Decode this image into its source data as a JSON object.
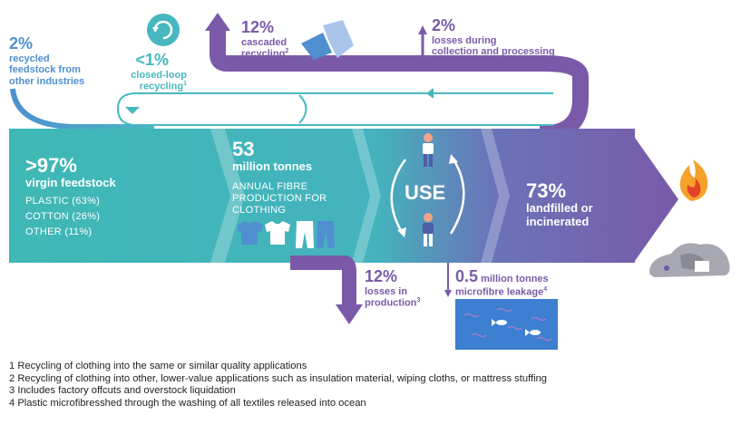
{
  "recycled_feedstock": {
    "value": "2%",
    "line1": "recycled",
    "line2": "feedstock from",
    "line3": "other industries"
  },
  "closed_loop": {
    "value": "<1%",
    "line1": "closed-loop",
    "line2": "recycling",
    "sup": "1"
  },
  "cascaded": {
    "value": "12%",
    "line1": "cascaded",
    "line2": "recycling",
    "sup": "2"
  },
  "collection_losses": {
    "value": "2%",
    "line1": "losses during",
    "line2": "collection and processing"
  },
  "virgin": {
    "value": ">97%",
    "label": "virgin feedstock",
    "items": [
      "PLASTIC (63%)",
      "COTTON (26%)",
      "OTHER (11%)"
    ]
  },
  "production": {
    "value": "53",
    "unit": "million tonnes",
    "line1": "ANNUAL FIBRE",
    "line2": "PRODUCTION FOR",
    "line3": "CLOTHING"
  },
  "use": {
    "label": "USE"
  },
  "landfill": {
    "value": "73%",
    "line1": "landfilled or",
    "line2": "incinerated"
  },
  "production_losses": {
    "value": "12%",
    "line1": "losses in",
    "line2": "production",
    "sup": "3"
  },
  "microfibre": {
    "value": "0.5",
    "unit": "million tonnes",
    "line": "microfibre leakage",
    "sup": "4"
  },
  "footnotes": [
    "1 Recycling of clothing into the same or similar quality applications",
    "2 Recycling of clothing into other, lower-value applications such as insulation material, wiping cloths, or mattress stuffing",
    "3 Includes factory offcuts and overstock liquidation",
    "4 Plastic microfibresshed through the washing of all textiles released into ocean"
  ],
  "colors": {
    "teal": "#48b8c0",
    "purple": "#7a5aa8",
    "blue": "#4f8fd0",
    "ocean": "#3d7fd0"
  },
  "icons": [
    "recycle-icon",
    "cascaded-cloth-icon",
    "shirt-icon",
    "tshirt-icon",
    "trousers-icon",
    "person-icon",
    "fire-icon",
    "waste-pile-icon",
    "fish-icon"
  ]
}
